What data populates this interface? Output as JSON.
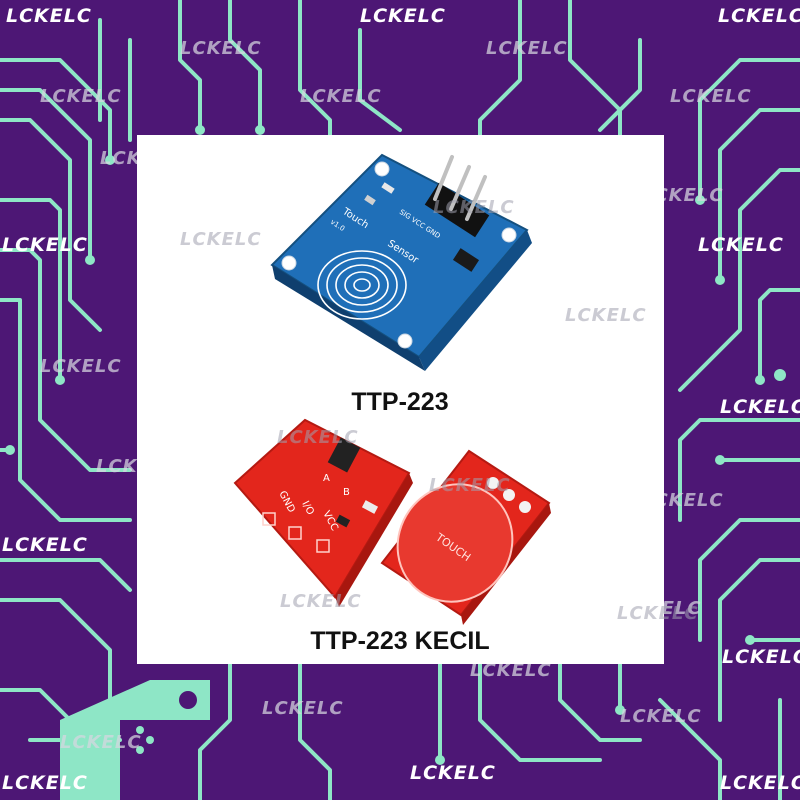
{
  "watermark": {
    "text": "LCKELC"
  },
  "captions": {
    "top_module": "TTP-223",
    "bottom_module": "TTP-223 KECIL"
  },
  "board_labels": {
    "blue_touch": "Touch",
    "blue_sensor": "Sensor",
    "blue_version": "v1.0",
    "blue_pins": "SIG VCC GND",
    "red_pad": "TOUCH",
    "red_gnd": "GND",
    "red_io": "I/O",
    "red_vcc": "VCC",
    "red_a": "A",
    "red_b": "B"
  },
  "colors": {
    "background": "#4d1775",
    "trace": "#8ee6c6",
    "blue_pcb": "#1f6fb8",
    "red_pcb": "#e3261c"
  }
}
